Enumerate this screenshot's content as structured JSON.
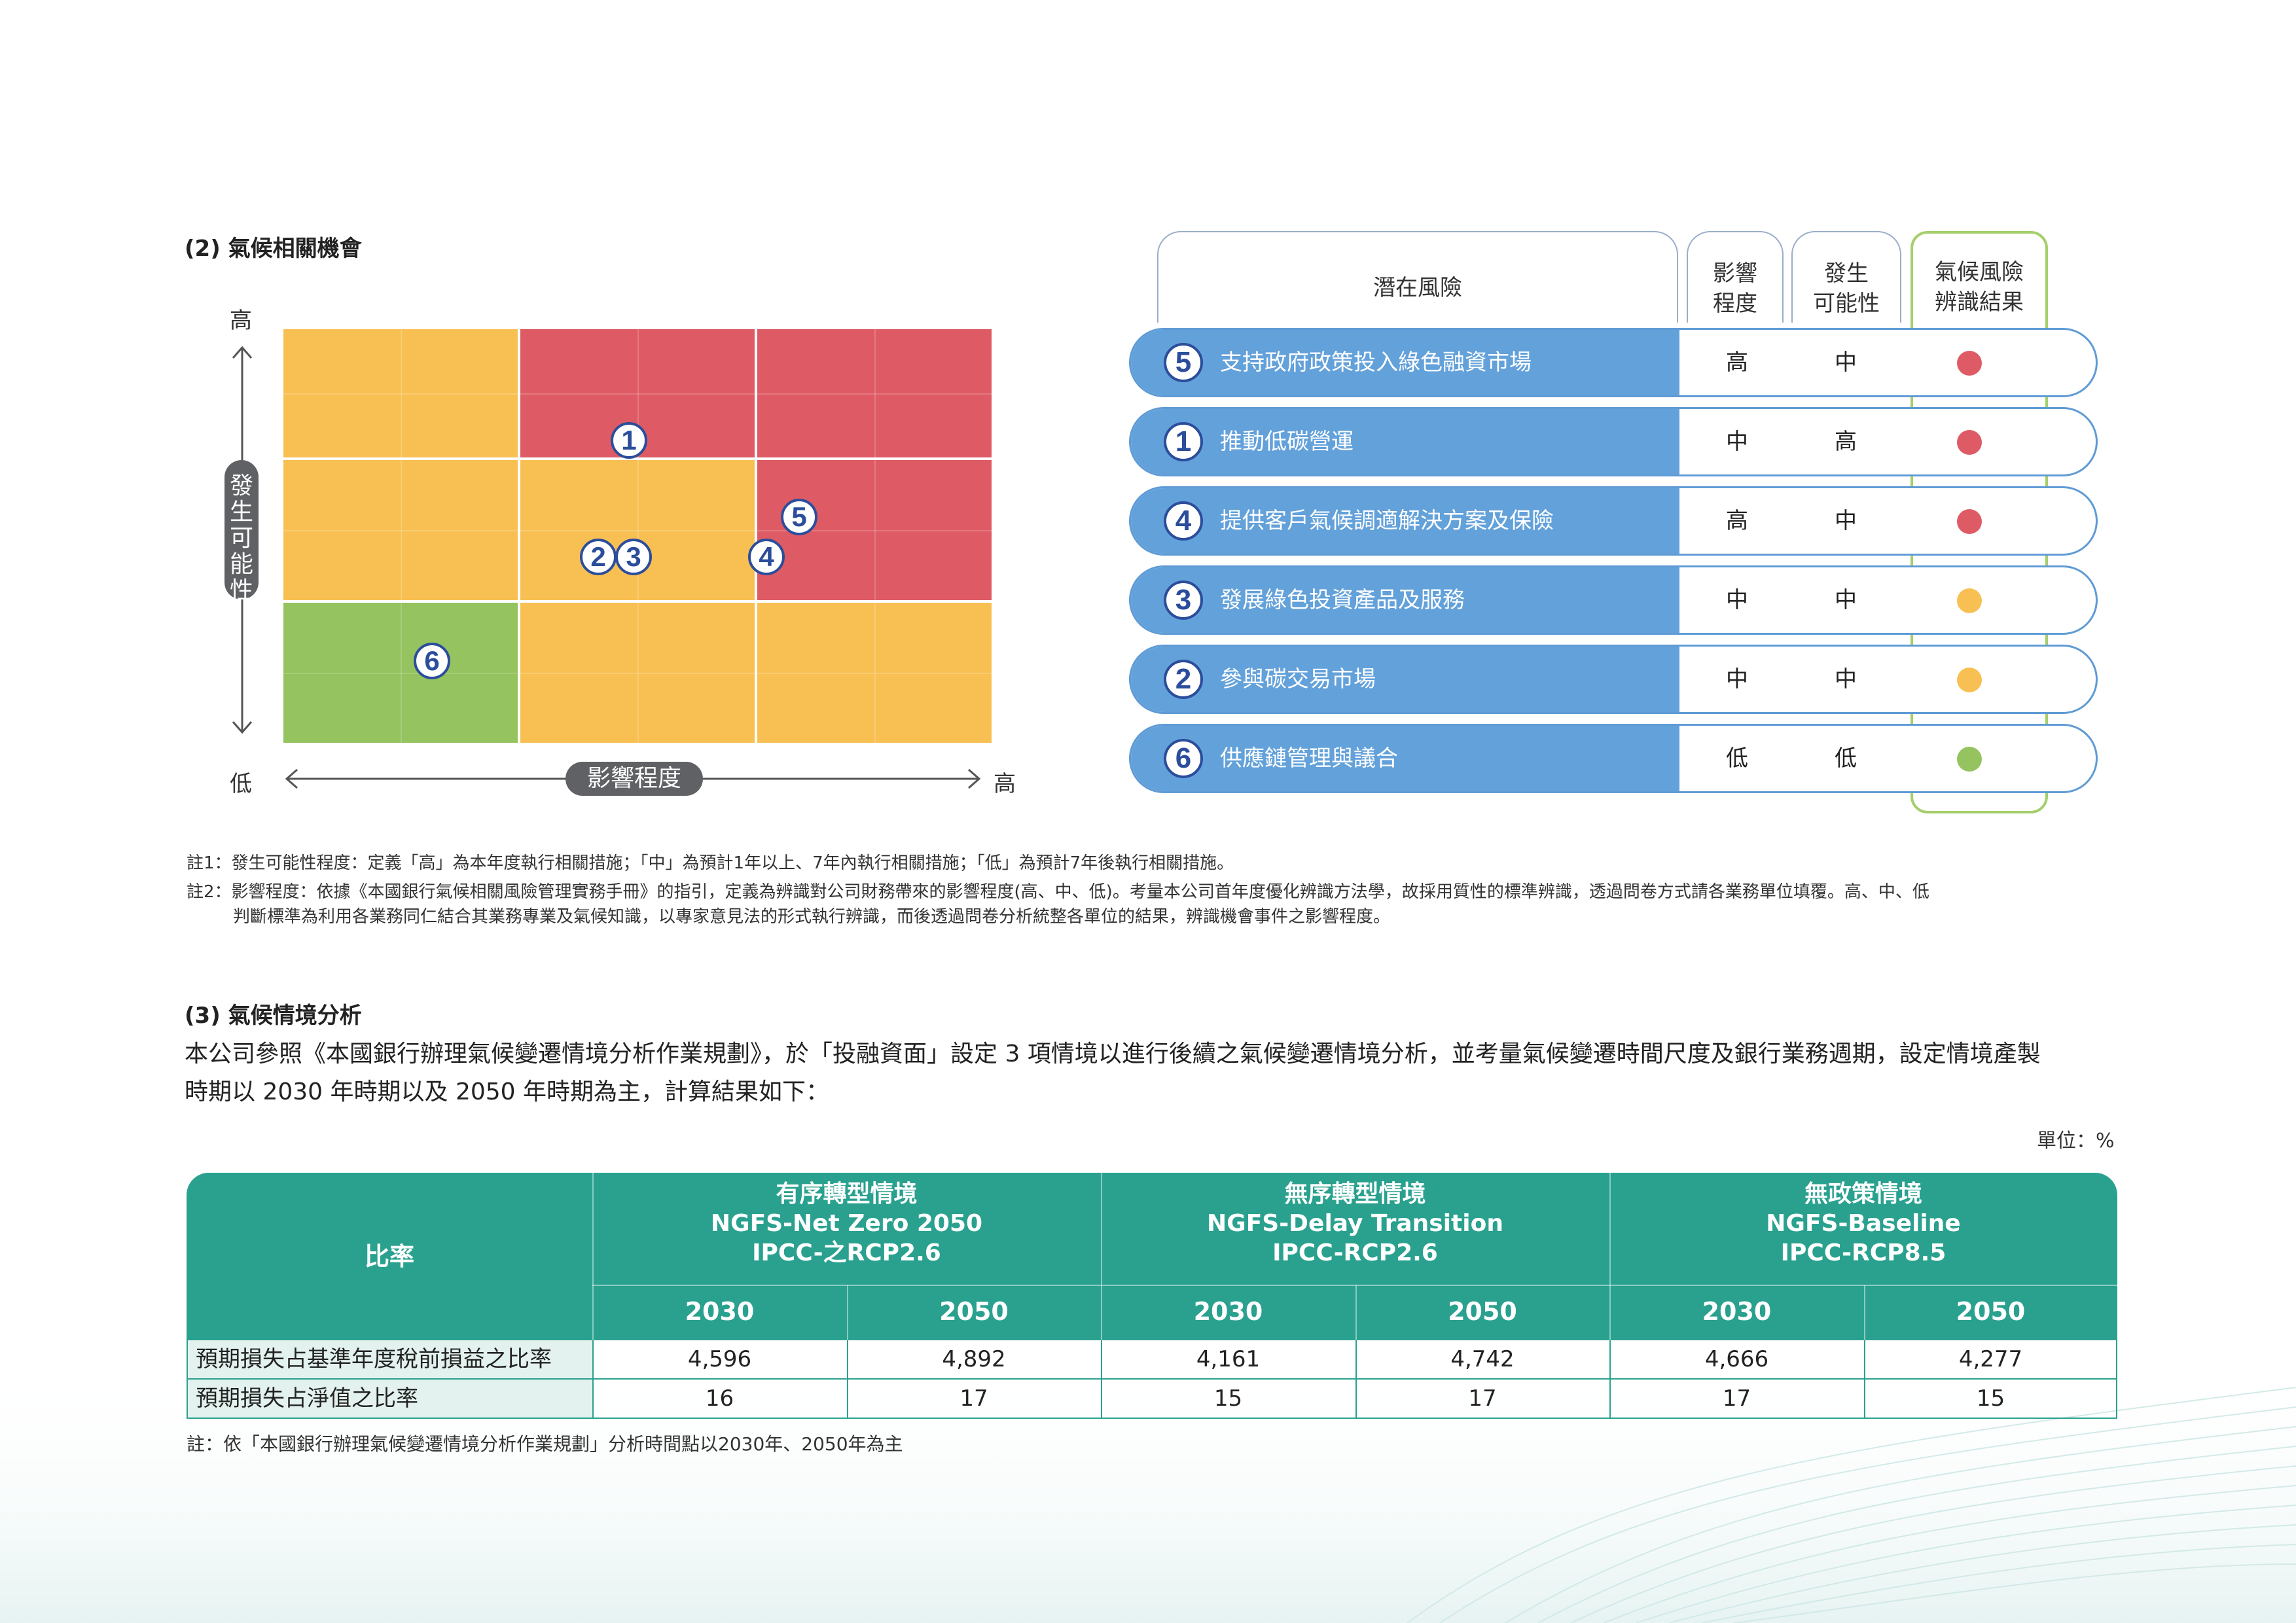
{
  "sections": {
    "opportunity_title": "(2) 氣候相關機會",
    "scenario_title": "(3) 氣候情境分析"
  },
  "matrix": {
    "y_high": "高",
    "y_low": "低",
    "y_axis_label": [
      "發",
      "生",
      "可",
      "能",
      "性"
    ],
    "x_low": "低",
    "x_high": "高",
    "x_axis_label": "影響程度",
    "markers": [
      "1",
      "2",
      "3",
      "4",
      "5",
      "6"
    ]
  },
  "risk_table": {
    "headers": {
      "risk": "潛在風險",
      "impact": [
        "影響",
        "程度"
      ],
      "likelihood": [
        "發生",
        "可能性"
      ],
      "result": [
        "氣候風險",
        "辨識結果"
      ]
    },
    "rows": [
      {
        "num": "5",
        "label": "支持政府政策投入綠色融資市場",
        "impact": "高",
        "likelihood": "中",
        "level": "red"
      },
      {
        "num": "1",
        "label": "推動低碳營運",
        "impact": "中",
        "likelihood": "高",
        "level": "red"
      },
      {
        "num": "4",
        "label": "提供客戶氣候調適解決方案及保險",
        "impact": "高",
        "likelihood": "中",
        "level": "red"
      },
      {
        "num": "3",
        "label": "發展綠色投資產品及服務",
        "impact": "中",
        "likelihood": "中",
        "level": "yellow"
      },
      {
        "num": "2",
        "label": "參與碳交易市場",
        "impact": "中",
        "likelihood": "中",
        "level": "yellow"
      },
      {
        "num": "6",
        "label": "供應鏈管理與議合",
        "impact": "低",
        "likelihood": "低",
        "level": "green"
      }
    ]
  },
  "notes": {
    "note1": "註1：發生可能性程度：定義「高」為本年度執行相關措施；「中」為預計1年以上、7年內執行相關措施；「低」為預計7年後執行相關措施。",
    "note2_line1": "註2：影響程度：依據《本國銀行氣候相關風險管理實務手冊》的指引，定義為辨識對公司財務帶來的影響程度(高、中、低)。考量本公司首年度優化辨識方法學，故採用質性的標準辨識，透過問卷方式請各業務單位填覆。高、中、低",
    "note2_line2": "判斷標準為利用各業務同仁結合其業務專業及氣候知識，以專家意見法的形式執行辨識，而後透過問卷分析統整各單位的結果，辨識機會事件之影響程度。"
  },
  "scenario": {
    "para_line1": "本公司參照《本國銀行辦理氣候變遷情境分析作業規劃》，於「投融資面」設定 3 項情境以進行後續之氣候變遷情境分析，並考量氣候變遷時間尺度及銀行業務週期，設定情境產製",
    "para_line2": "時期以 2030 年時期以及 2050 年時期為主，計算結果如下：",
    "unit": "單位：%",
    "ratio_header": "比率",
    "groups": [
      {
        "l1": "有序轉型情境",
        "l2": "NGFS-Net Zero 2050",
        "l3": "IPCC-之RCP2.6"
      },
      {
        "l1": "無序轉型情境",
        "l2": "NGFS-Delay Transition",
        "l3": "IPCC-RCP2.6"
      },
      {
        "l1": "無政策情境",
        "l2": "NGFS-Baseline",
        "l3": "IPCC-RCP8.5"
      }
    ],
    "years": [
      "2030",
      "2050",
      "2030",
      "2050",
      "2030",
      "2050"
    ],
    "rows": [
      {
        "label": "預期損失占基準年度稅前損益之比率",
        "values": [
          "4,596",
          "4,892",
          "4,161",
          "4,742",
          "4,666",
          "4,277"
        ]
      },
      {
        "label": "預期損失占淨值之比率",
        "values": [
          "16",
          "17",
          "15",
          "17",
          "17",
          "15"
        ]
      }
    ],
    "footnote": "註：依「本國銀行辦理氣候變遷情境分析作業規劃」分析時間點以2030年、2050年為主"
  },
  "colors": {
    "red": "#de5b65",
    "yellow": "#f8c053",
    "green": "#94c35f",
    "teal": "#2aa18f",
    "blue": "#63a1da",
    "navy": "#2b4d9b"
  }
}
